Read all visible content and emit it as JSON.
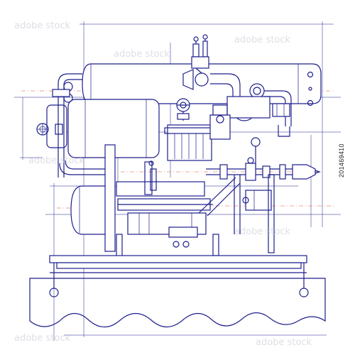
{
  "figure": {
    "subject": "industrial-pump-unit-blueprint",
    "stock_id": "201469410",
    "ink_color": "#1d1f8c",
    "axis_color": "#e0562a",
    "background": "#ffffff"
  },
  "watermark": {
    "brand_text": "adobe stock"
  }
}
